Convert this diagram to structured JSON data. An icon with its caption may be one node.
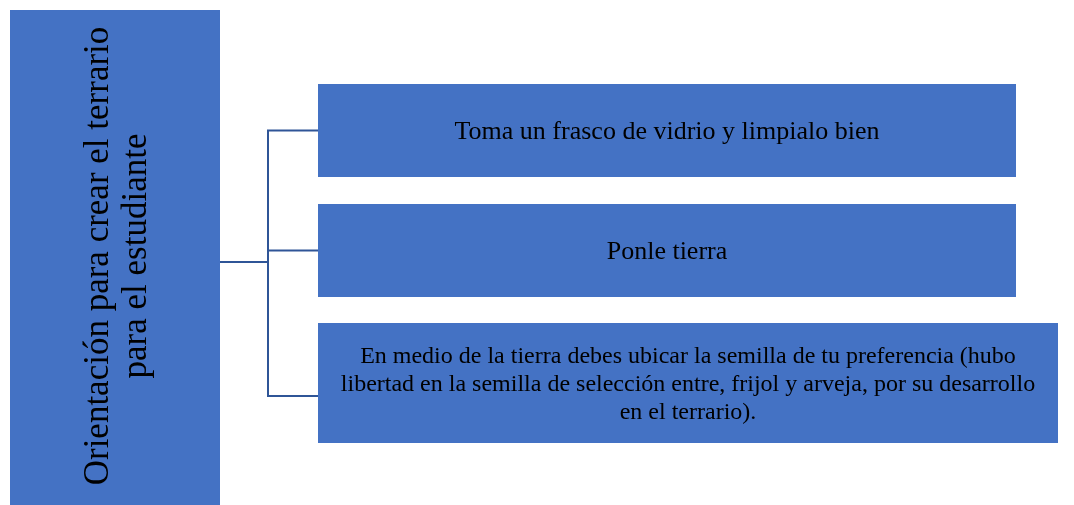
{
  "diagram": {
    "nodes": [
      {
        "text": [
          "Orientación para crear el terrario para el estudiante"
        ]
      },
      {
        "text": [
          "Toma un frasco de vidrio y limpialo bien"
        ]
      },
      {
        "text": [
          "Ponle tierra"
        ]
      },
      {
        "text": [
          "En medio de la tierra debes ubicar la semilla de tu preferencia (hubo libertad en la semilla de selección entre, frijol y arveja, por su desarrollo en el terrario)."
        ]
      }
    ],
    "edges": [
      {
        "from": 0,
        "to": 1,
        "arrow": "none"
      },
      {
        "from": 0,
        "to": 2,
        "arrow": "none"
      },
      {
        "from": 0,
        "to": 3,
        "arrow": "none"
      }
    ]
  }
}
